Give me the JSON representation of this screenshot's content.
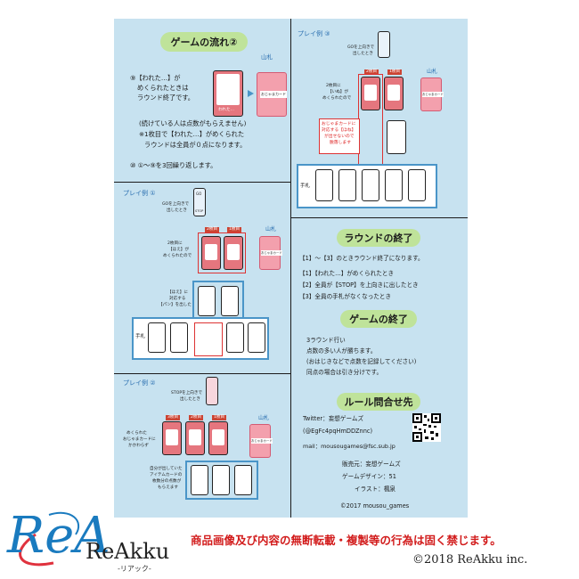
{
  "colors": {
    "sheet": "#c7e2f0",
    "pill": "#bfe39a",
    "accent_blue": "#4a95c8",
    "card_pink": "#f3a0ad",
    "card_red": "#e5767e",
    "notice_red": "#d21c1c"
  },
  "flow2": {
    "title": "ゲームの流れ②",
    "step9_line1": "⑨【われた…】が",
    "step9_line2": "めくられたときは",
    "step9_line3": "ラウンド終了です。",
    "card_label": "われた…",
    "pile_label": "山札",
    "pile_card": "おじゃまカード",
    "note1": "(続けている人は点数がもらえません)",
    "note2": "※1枚目で【われた…】がめくられた",
    "note3": "ラウンドは全員が０点になります。",
    "step10": "⑩ ①～⑨を3回繰り返します。"
  },
  "example1": {
    "title": "プレイ例 ①",
    "go_card": "GO",
    "stop_card": "STOP",
    "go_note1": "GOを上向きで",
    "go_note2": "出したとき",
    "slot2": "2枚目",
    "slot1": "1枚目",
    "pile_label": "山札",
    "pile_card": "おじゃまカード",
    "left_note1": "2枚目に",
    "left_note2": "【ほえ】が",
    "left_note3": "めくられたので",
    "match_note1": "【ほえ】に",
    "match_note2": "対応する",
    "match_note3": "【パン】を出した",
    "hand_label": "手札"
  },
  "example2": {
    "title": "プレイ例 ②",
    "stop_note1": "STOPを上向きで",
    "stop_note2": "出したとき",
    "slot3": "3枚目",
    "slot2": "2枚目",
    "slot1": "1枚目",
    "pile_label": "山札",
    "pile_card": "おじゃまカード",
    "left_note1": "めくられた",
    "left_note2": "おじゃまカードに",
    "left_note3": "かかわらず",
    "bottom_note1": "自分が出していた",
    "bottom_note2": "アイテムカードの",
    "bottom_note3": "枚数分の点数が",
    "bottom_note4": "もらえます"
  },
  "example3": {
    "title": "プレイ例 ③",
    "go_note1": "GOを上向きで",
    "go_note2": "出したとき",
    "slot2": "2枚目",
    "slot1": "1枚目",
    "pile_label": "山札",
    "pile_card": "おじゃまカード",
    "left_note1": "2枚目に",
    "left_note2": "【いぬ】が",
    "left_note3": "めくられたので",
    "red_note1": "おじゃまカードに",
    "red_note2": "対応する【ほね】",
    "red_note3": "が出せないので",
    "red_note4": "脱落します",
    "hand_label": "手札"
  },
  "round_end": {
    "title": "ラウンドの終了",
    "line1": "【1】～【3】のときラウンド終了になります。",
    "line2": "【1】【われた…】がめくられたとき",
    "line3": "【2】全員が【STOP】を上向きに出したとき",
    "line4": "【3】全員の手札がなくなったとき"
  },
  "game_end": {
    "title": "ゲームの終了",
    "line1": "3ラウンド行い",
    "line2": "点数の多い人が勝ちます。",
    "line3": "(おはじきなどで点数を記録してください)",
    "line4": "同点の場合は引き分けです。"
  },
  "contact": {
    "title": "ルール問合せ先",
    "twitter": "Twitter：妄想ゲームズ",
    "handle": "(@EgFc4pqHmDDZnnc)",
    "mail": "mail：mousougames@fsc.sub.jp",
    "seller": "販売元：妄想ゲームズ",
    "design": "ゲームデザイン：51",
    "illust": "イラスト：楓泉",
    "copyright": "©2017 mousou_games"
  },
  "footer": {
    "logo_letters": "ReA",
    "logo_word": "ReAkku",
    "logo_kana": "-リアック-",
    "notice": "商品画像及び内容の無断転載・複製等の行為は固く禁じます。",
    "copyright": "©2018 ReAkku inc."
  }
}
